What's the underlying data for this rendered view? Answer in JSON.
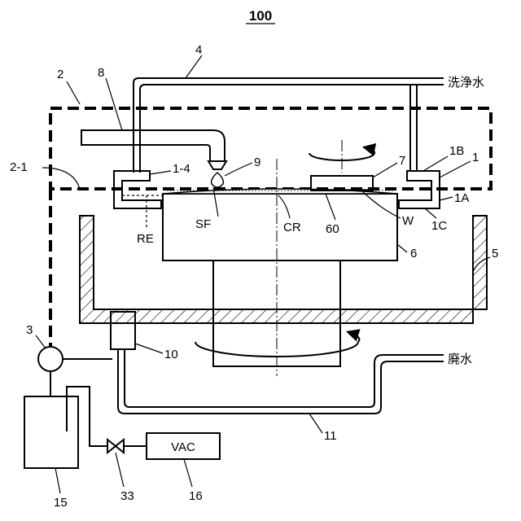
{
  "figure": {
    "ref": "100",
    "labels": {
      "housing": "1",
      "housing_top": "1B",
      "housing_bottom": "1A",
      "housing_gap": "1C",
      "housing_port": "1-4",
      "enclosure": "2",
      "enclosure_part": "2-1",
      "pump": "3",
      "pipe_4": "4",
      "cup": "5",
      "table": "6",
      "pad": "7",
      "arm": "8",
      "drop": "9",
      "drain_pipe": "10",
      "drain_line": "11",
      "tank": "15",
      "vac_ref": "16",
      "valve": "33",
      "pad_sheet": "60",
      "surface": "SF",
      "center": "CR",
      "edge": "RE",
      "wafer": "W",
      "cleaning_water": "洗浄水",
      "waste_water": "廃水",
      "vac": "VAC"
    }
  }
}
